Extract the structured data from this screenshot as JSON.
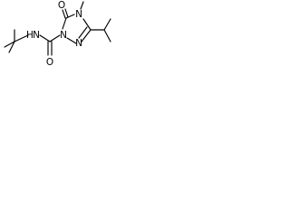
{
  "molecule": {
    "atoms": {
      "carbonyl_oxygen": "O",
      "ring_n_methyl_label": "N",
      "methyl_label": "",
      "amide_nh": "H",
      "amide_n": "N",
      "ring_n1": "N",
      "ring_n2": "N"
    }
  },
  "colors": {
    "bond": "#000000",
    "background": "#ffffff"
  }
}
